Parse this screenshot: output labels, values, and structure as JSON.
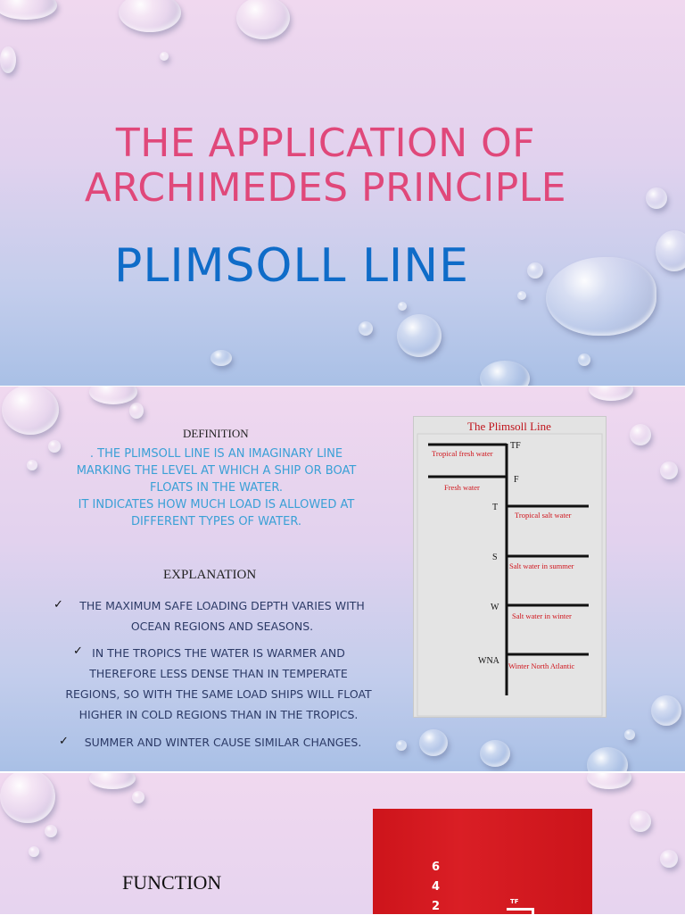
{
  "slide1": {
    "title_line1": "THE APPLICATION OF",
    "title_line2": "ARCHIMEDES PRINCIPLE",
    "subtitle": "PLIMSOLL LINE"
  },
  "slide2": {
    "definition_heading": "DEFINITION",
    "definition_lines": [
      ". THE PLIMSOLL LINE IS AN IMAGINARY LINE",
      "MARKING THE LEVEL AT WHICH A SHIP OR BOAT",
      "FLOATS IN THE WATER.",
      "IT INDICATES HOW MUCH LOAD IS ALLOWED AT",
      "DIFFERENT TYPES OF WATER."
    ],
    "explanation_heading": "EXPLANATION",
    "bullets": [
      {
        "lines": [
          "THE MAXIMUM SAFE LOADING DEPTH VARIES WITH",
          "OCEAN REGIONS AND SEASONS."
        ]
      },
      {
        "lines": [
          "IN THE TROPICS THE WATER IS WARMER AND",
          "THEREFORE LESS DENSE THAN IN TEMPERATE",
          "REGIONS, SO WITH THE SAME LOAD SHIPS WILL FLOAT",
          "HIGHER IN COLD REGIONS THAN IN THE TROPICS."
        ]
      },
      {
        "lines": [
          "SUMMER AND WINTER CAUSE SIMILAR CHANGES."
        ]
      }
    ],
    "check_glyph": "✓",
    "diagram": {
      "title": "The Plimsoll Line",
      "marks": [
        {
          "code": "TF",
          "label": "Tropical fresh water"
        },
        {
          "code": "F",
          "label": "Fresh water"
        },
        {
          "code": "T",
          "label": "Tropical salt water"
        },
        {
          "code": "S",
          "label": "Salt water in summer"
        },
        {
          "code": "W",
          "label": "Salt water in winter"
        },
        {
          "code": "WNA",
          "label": "Winter North Atlantic"
        }
      ],
      "label_color": "#d0141c"
    }
  },
  "slide3": {
    "heading": "FUNCTION",
    "draft_numbers": [
      "6",
      "4",
      "2"
    ],
    "draft_mark": "TF"
  },
  "colors": {
    "title": "#e0487a",
    "subtitle": "#0f6cc8",
    "definition_text": "#3aa0d6",
    "bullet_text": "#2c3a66",
    "photo_red": "#d8151c"
  }
}
